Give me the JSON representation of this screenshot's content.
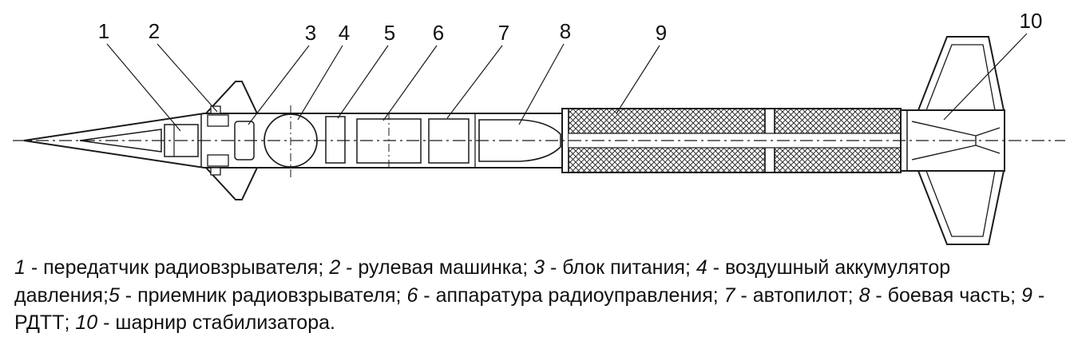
{
  "colors": {
    "line": "#1a1a1a",
    "background": "#ffffff"
  },
  "callouts": {
    "labels": [
      "1",
      "2",
      "3",
      "4",
      "5",
      "6",
      "7",
      "8",
      "9",
      "10"
    ]
  },
  "legend": {
    "items": [
      {
        "num": "1",
        "text": " - передатчик радиовзрывателя; "
      },
      {
        "num": "2",
        "text": " - рулевая машинка; "
      },
      {
        "num": "3",
        "text": " - блок питания; "
      },
      {
        "num": "4",
        "text": " - воздушный аккумулятор давления;"
      },
      {
        "num": "5",
        "text": " - приемник радиовзрывателя; "
      },
      {
        "num": "6",
        "text": " - аппаратура радиоуправления; "
      },
      {
        "num": "7",
        "text": " - автопилот; "
      },
      {
        "num": "8",
        "text": " - боевая часть; "
      },
      {
        "num": "9",
        "text": " - РДТТ; "
      },
      {
        "num": "10",
        "text": " - шарнир стабилизатора."
      }
    ]
  }
}
